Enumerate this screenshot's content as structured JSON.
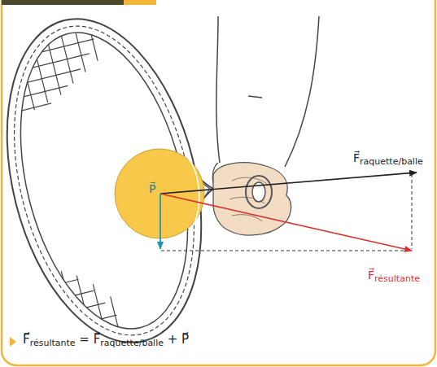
{
  "diagram": {
    "labels": [
      "F⃗raquette/balle",
      "P⃗",
      "F⃗résultante",
      "F⃗résultante = F⃗raquette/balle + P⃗"
    ]
  }
}
